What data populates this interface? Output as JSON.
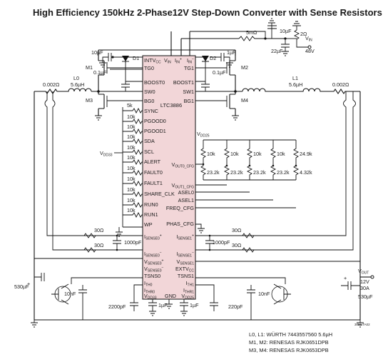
{
  "title": "High Efficiency 150kHz 2-Phase12V Step-Down Converter with Sense Resistors",
  "ic": {
    "part": "LTC3886",
    "top_pins": [
      "INTV",
      "CC",
      "V",
      "IN",
      "I",
      "IN",
      "+",
      "I",
      "IN",
      "−"
    ],
    "left_pins": [
      "TG0",
      "BOOST0",
      "SW0",
      "BG0",
      "SYNC",
      "PGOOD0",
      "PGOOD1",
      "SDA",
      "SCL",
      "ALERT",
      "FAULT0",
      "FAULT1",
      "SHARE_CLK",
      "RUN0",
      "RUN1",
      "WP"
    ],
    "right_pins": [
      "TG1",
      "BOOST1",
      "SW1",
      "BG1",
      "V",
      "OUT0_CFG",
      "V",
      "OUT1_CFG",
      "ASEL0",
      "ASEL1",
      "FREQ_CFG",
      "PHAS_CFG"
    ],
    "bottom_left_pins": [
      "I",
      "SENSE0",
      "+",
      "I",
      "SENSE0",
      "−",
      "V",
      "SENSE0",
      "+",
      "V",
      "SENSE0",
      "−",
      "TSNS0",
      "I",
      "TH0",
      "I",
      "THR0",
      "V",
      "DD33",
      "GND"
    ],
    "bottom_right_pins": [
      "I",
      "SENSE1",
      "+",
      "I",
      "SENSE1",
      "−",
      "V",
      "SENSE1",
      "EXTV",
      "CC",
      "TSNS1",
      "I",
      "TH1",
      "I",
      "THR1",
      "V",
      "DD25"
    ]
  },
  "components": {
    "d1": "D1",
    "d2": "D2",
    "m1": "M1",
    "m2": "M2",
    "m3": "M3",
    "m4": "M4",
    "l0": "L0",
    "l0_val": "5.6µH",
    "l1": "L1",
    "l1_val": "5.6µH",
    "rsense0": "0.002Ω",
    "rsense1": "0.002Ω",
    "c_intv": "10µF",
    "c_boost": "0.1µF",
    "c_boost1": "0.1µF",
    "c_1uf": "1µF",
    "r_5m": "5mΩ",
    "c_10uf_in": "10µF",
    "r_2": "2Ω",
    "c_22uf": "22µF",
    "vin_label": "V",
    "vin_sub": "IN",
    "vin_val": "48V",
    "r5k": "5k",
    "r10k": "10k",
    "vdd33": "V",
    "vdd33_sub": "DD33",
    "vdd25": "V",
    "vdd25_sub": "DD25",
    "div_top": [
      "10k",
      "10k",
      "10k",
      "10k",
      "24.9k"
    ],
    "div_bot": [
      "23.2k",
      "23.2k",
      "23.2k",
      "23.2k",
      "4.32k"
    ],
    "r30": "30Ω",
    "c1000": "1000pF",
    "c530_left": "530µF",
    "c530_right": "530µF",
    "vout_label": "V",
    "vout_sub": "OUT",
    "vout_val1": "12V",
    "vout_val2": "30A",
    "c10nf_l": "10nF",
    "c10nf_r": "10nF",
    "c2200": "2200pF",
    "c220": "220pF",
    "c1u_a": "1µF",
    "c1u_b": "1µF",
    "fig_code": "3886 TA02"
  },
  "notes": [
    "L0, L1: WÜRTH 7443557560 5.6µH",
    "M1, M2: RENESAS RJK0651DPB",
    "M3, M4: RENESAS RJK0653DPB"
  ],
  "colors": {
    "ic_fill": "#f2d6d8",
    "ic_stroke": "#222222",
    "wire": "#111111"
  }
}
